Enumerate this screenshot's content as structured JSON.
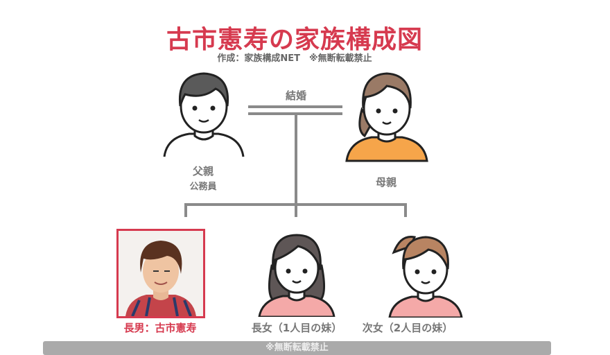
{
  "title": "古市憲寿の家族構成図",
  "subtitle": "作成：家族構成NET　※無断転載禁止",
  "marriage_label": "結婚",
  "father": {
    "label": "父親",
    "occupation": "公務員"
  },
  "mother": {
    "label": "母親"
  },
  "children": [
    {
      "label": "長男：古市憲寿"
    },
    {
      "label": "長女（1人目の妹）"
    },
    {
      "label": "次女（2人目の妹）"
    }
  ],
  "footer": "※無断転載禁止",
  "colors": {
    "accent": "#d63a4f",
    "line": "#8a8a8a",
    "mother_shirt": "#f6a54a",
    "girl_shirt": "#f4a9a8"
  }
}
